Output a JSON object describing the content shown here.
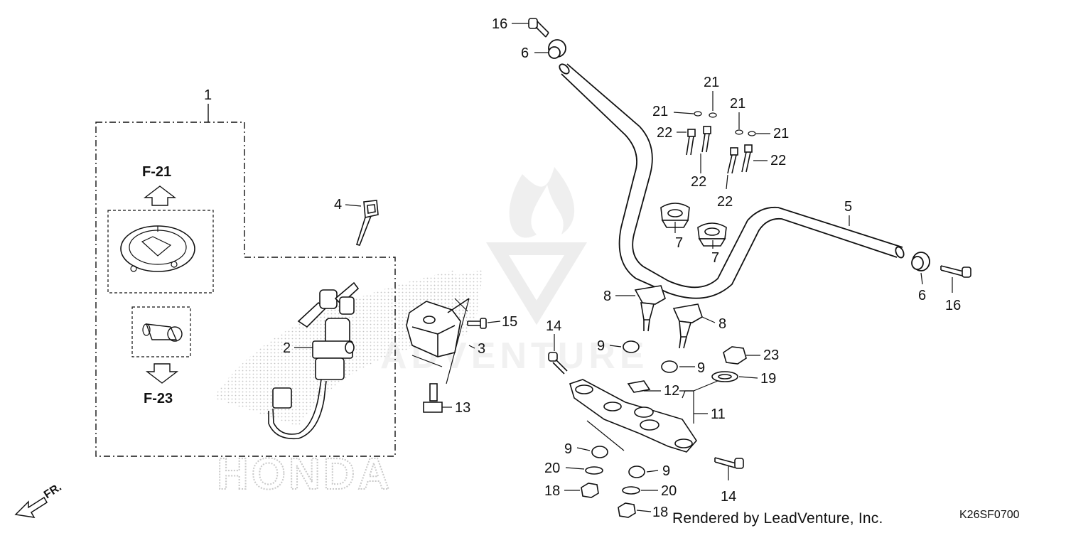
{
  "diagram": {
    "callouts": {
      "p1": "1",
      "p2": "2",
      "p3": "3",
      "p4": "4",
      "p5": "5",
      "p6a": "6",
      "p6b": "6",
      "p7a": "7",
      "p7b": "7",
      "p8a": "8",
      "p8b": "8",
      "p9a": "9",
      "p9b": "9",
      "p9c": "9",
      "p9d": "9",
      "p11": "11",
      "p12": "12",
      "p13": "13",
      "p14a": "14",
      "p14b": "14",
      "p15": "15",
      "p16a": "16",
      "p16b": "16",
      "p18a": "18",
      "p18b": "18",
      "p19": "19",
      "p20a": "20",
      "p20b": "20",
      "p21a": "21",
      "p21b": "21",
      "p21c": "21",
      "p21d": "21",
      "p22a": "22",
      "p22b": "22",
      "p22c": "22",
      "p22d": "22",
      "p23": "23"
    },
    "refs": {
      "up": "F-21",
      "down": "F-23"
    },
    "direction": "FR.",
    "watermark": {
      "brand": "HONDA",
      "dealer": "ADVENTURE"
    }
  },
  "footer": {
    "credit": "Rendered by LeadVenture, Inc.",
    "code": "K26SF0700"
  },
  "colors": {
    "ink": "#111111",
    "watermark": "#cfcfcf"
  }
}
